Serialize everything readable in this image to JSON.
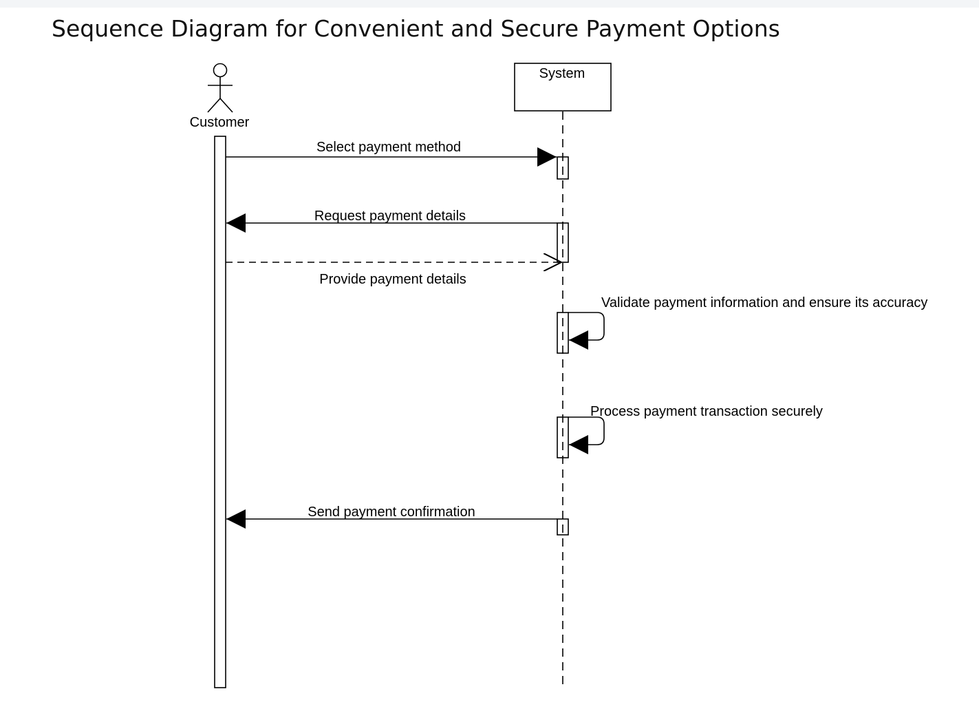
{
  "title": "Sequence Diagram for Convenient and Secure Payment Options",
  "participants": {
    "customer": {
      "label": "Customer",
      "kind": "actor"
    },
    "system": {
      "label": "System",
      "kind": "object"
    }
  },
  "messages": [
    {
      "label": "Select payment method",
      "from": "Customer",
      "to": "System",
      "style": "synchronous"
    },
    {
      "label": "Request payment details",
      "from": "System",
      "to": "Customer",
      "style": "synchronous"
    },
    {
      "label": "Provide payment details",
      "from": "Customer",
      "to": "System",
      "style": "return"
    },
    {
      "label": "Validate payment information and ensure its accuracy",
      "from": "System",
      "to": "System",
      "style": "self"
    },
    {
      "label": "Process payment transaction securely",
      "from": "System",
      "to": "System",
      "style": "self"
    },
    {
      "label": "Send payment confirmation",
      "from": "System",
      "to": "Customer",
      "style": "synchronous"
    }
  ],
  "colors": {
    "stroke": "#000000",
    "background": "#ffffff",
    "top_strip": "#f3f5f7"
  }
}
